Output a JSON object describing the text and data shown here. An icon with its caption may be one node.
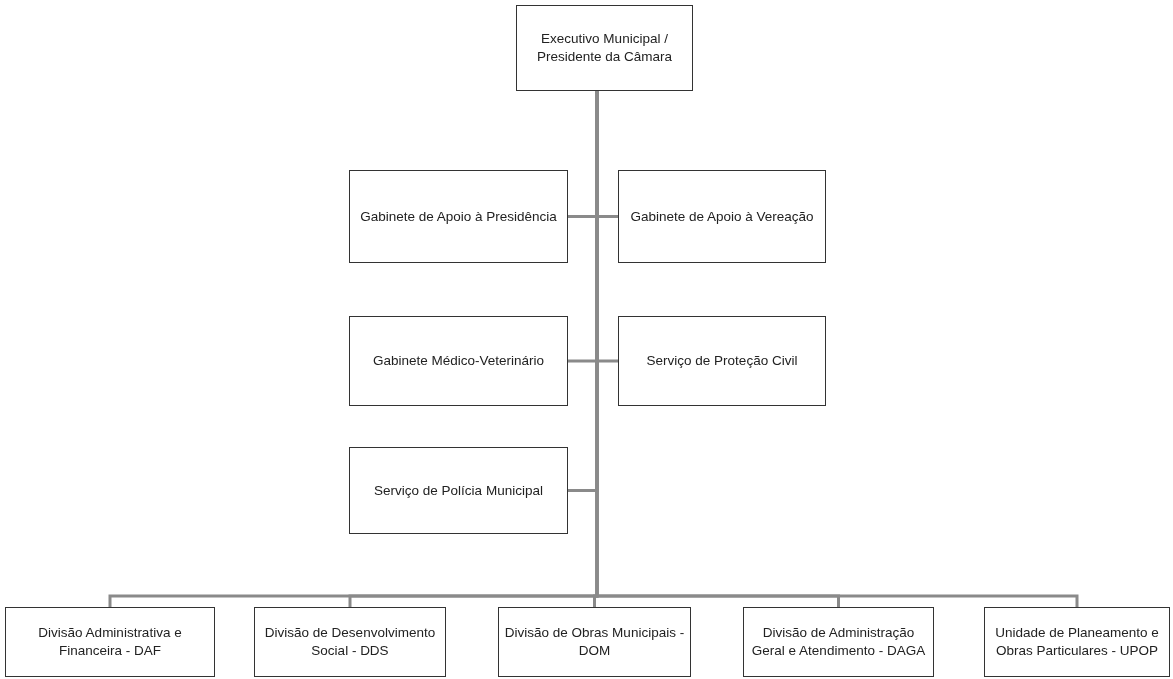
{
  "diagram": {
    "nodes": [
      {
        "text": [
          "Executivo Municipal / Presidente da Câmara"
        ]
      },
      {
        "text": [
          "Gabinete de Apoio à Presidência"
        ]
      },
      {
        "text": [
          "Gabinete de Apoio à Vereação"
        ]
      },
      {
        "text": [
          "Gabinete Médico-Veterinário"
        ]
      },
      {
        "text": [
          "Serviço de Proteção Civil"
        ]
      },
      {
        "text": [
          "Serviço de Polícia Municipal"
        ]
      },
      {
        "text": [
          "Divisão Administrativa e Financeira - DAF"
        ]
      },
      {
        "text": [
          "Divisão de Desenvolvimento Social - DDS"
        ]
      },
      {
        "text": [
          "Divisão de Obras Municipais - DOM"
        ]
      },
      {
        "text": [
          "Divisão de Administração Geral e Atendimento - DAGA"
        ]
      },
      {
        "text": [
          "Unidade de Planeamento e Obras Particulares - UPOP"
        ]
      }
    ],
    "edges": [
      {
        "from": 0,
        "to": 1,
        "arrow": "none"
      },
      {
        "from": 0,
        "to": 2,
        "arrow": "none"
      },
      {
        "from": 0,
        "to": 3,
        "arrow": "none"
      },
      {
        "from": 0,
        "to": 4,
        "arrow": "none"
      },
      {
        "from": 0,
        "to": 5,
        "arrow": "none"
      },
      {
        "from": 0,
        "to": 6,
        "arrow": "none"
      },
      {
        "from": 0,
        "to": 7,
        "arrow": "none"
      },
      {
        "from": 0,
        "to": 8,
        "arrow": "none"
      },
      {
        "from": 0,
        "to": 9,
        "arrow": "none"
      },
      {
        "from": 0,
        "to": 10,
        "arrow": "none"
      }
    ]
  }
}
